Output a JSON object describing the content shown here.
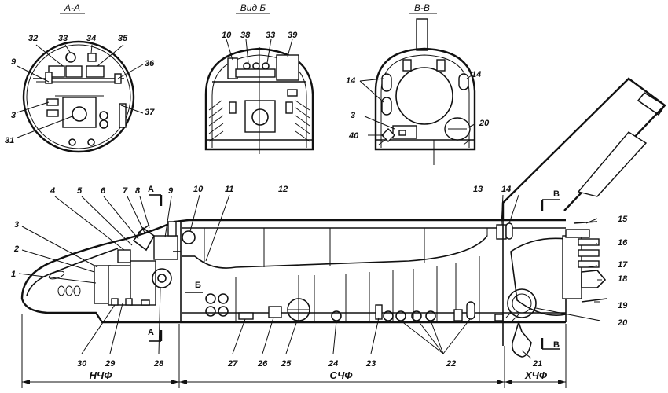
{
  "views": {
    "aa": "А-А",
    "vid_b": "Вид Б",
    "vv": "В-В"
  },
  "callouts": [
    "1",
    "2",
    "3",
    "4",
    "5",
    "6",
    "7",
    "8",
    "9",
    "10",
    "11",
    "12",
    "13",
    "14",
    "15",
    "16",
    "17",
    "18",
    "19",
    "20",
    "21",
    "22",
    "23",
    "24",
    "25",
    "26",
    "27",
    "28",
    "29",
    "30",
    "31",
    "32",
    "33",
    "34",
    "35",
    "36",
    "37",
    "38",
    "39",
    "40"
  ],
  "section_marks": {
    "a": "А",
    "b": "Б",
    "v": "В"
  },
  "sections": {
    "nose": "НЧФ",
    "middle": "СЧФ",
    "tail": "ХЧФ"
  }
}
